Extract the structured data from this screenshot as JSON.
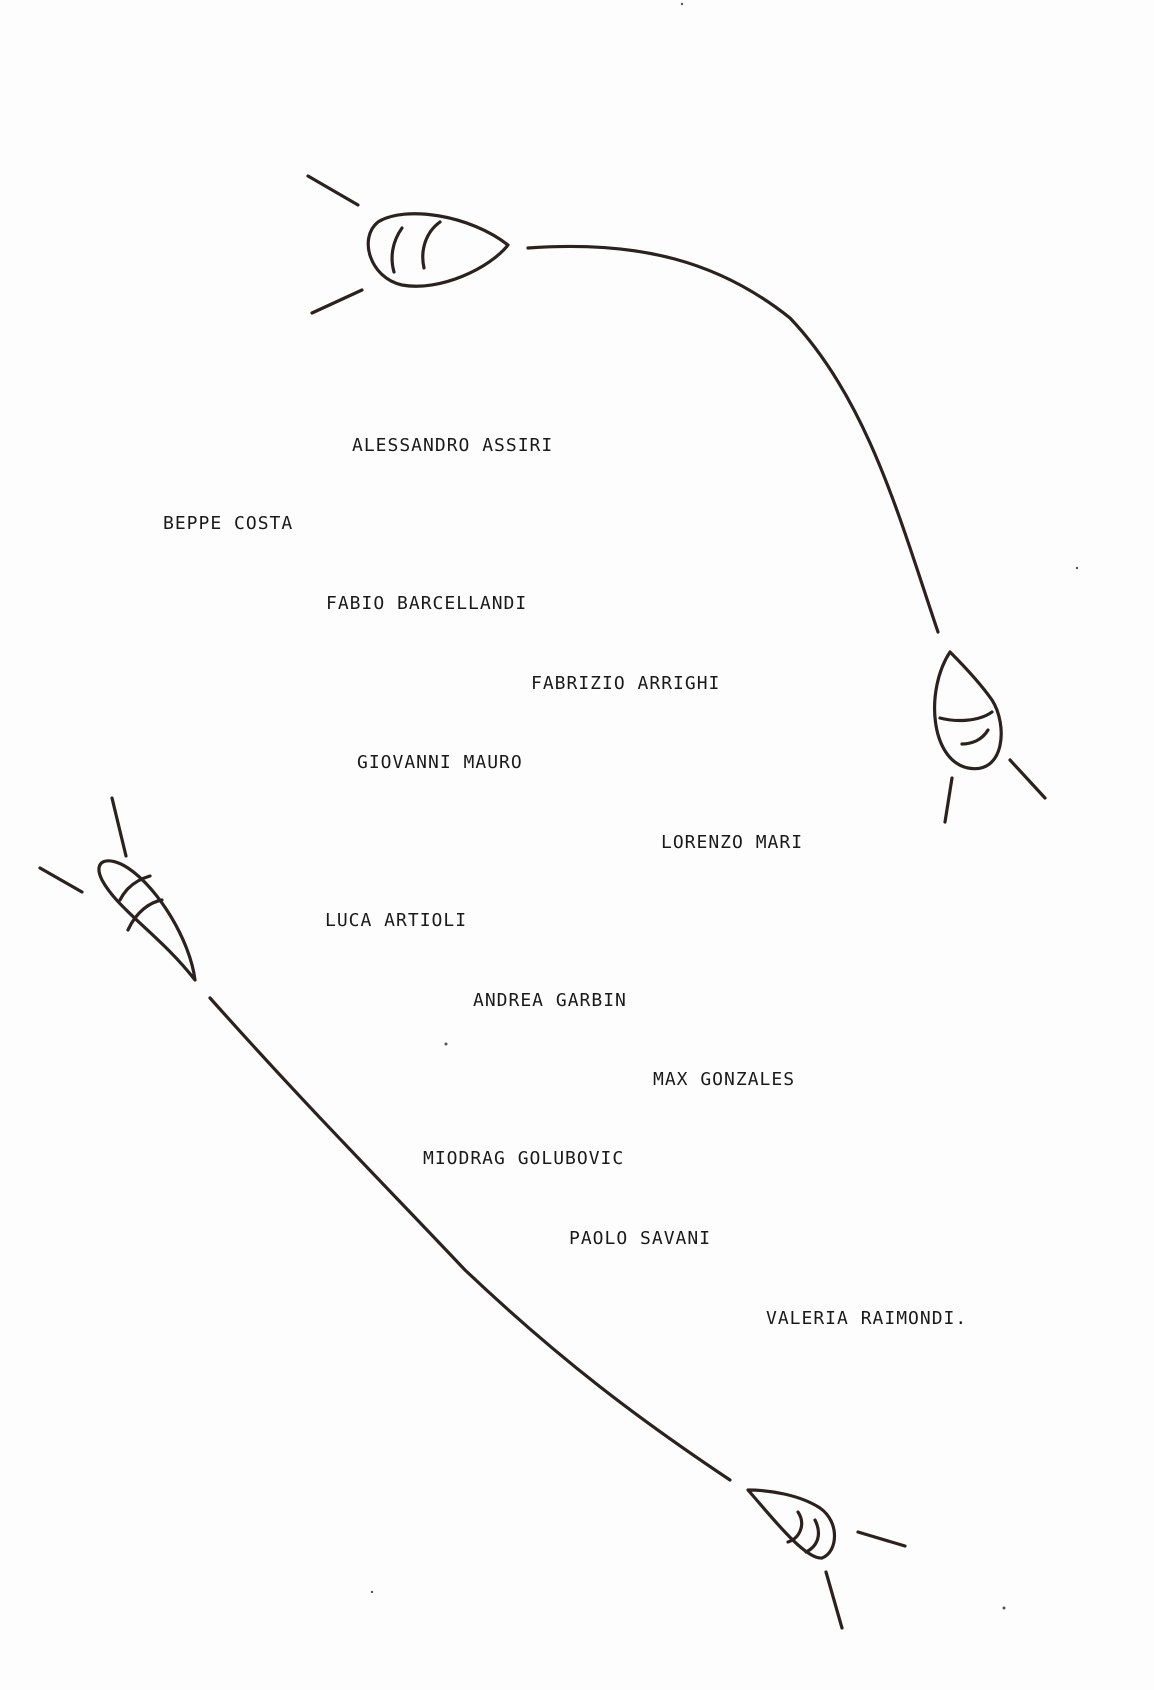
{
  "names": [
    "ALESSANDRO ASSIRI",
    "BEPPE COSTA",
    "FABIO BARCELLANDI",
    "FABRIZIO ARRIGHI",
    "GIOVANNI MAURO",
    "LORENZO MARI",
    "LUCA ARTIOLI",
    "ANDREA GARBIN",
    "MAX GONZALES",
    "MIODRAG GOLUBOVIC",
    "PAOLO SAVANI",
    "VALERIA RAIMONDI."
  ],
  "colors": {
    "ink": "#2b2220",
    "text": "#1a1a1a",
    "paper": "#fdfdfd"
  },
  "icons": [
    "seed-lamp-icon",
    "seed-lamp-icon",
    "seed-lamp-icon",
    "seed-lamp-icon"
  ]
}
